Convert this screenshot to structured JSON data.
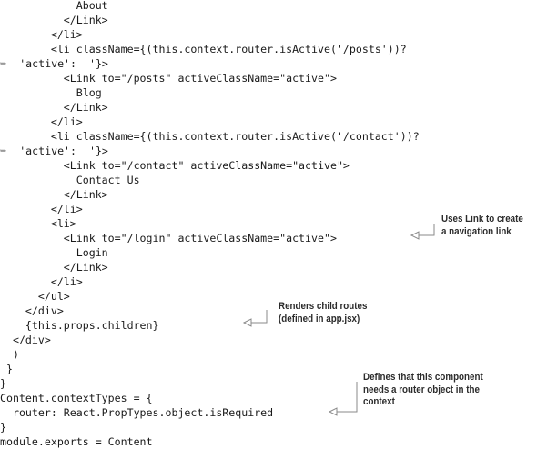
{
  "code_lines": [
    "            About",
    "          </Link>",
    "        </li>",
    "        <li className={(this.context.router.isActive('/posts'))?",
    "  'active': ''}>",
    "          <Link to=\"/posts\" activeClassName=\"active\">",
    "            Blog",
    "          </Link>",
    "        </li>",
    "        <li className={(this.context.router.isActive('/contact'))?",
    "  'active': ''}>",
    "          <Link to=\"/contact\" activeClassName=\"active\">",
    "            Contact Us",
    "          </Link>",
    "        </li>",
    "        <li>",
    "          <Link to=\"/login\" activeClassName=\"active\">",
    "            Login",
    "          </Link>",
    "        </li>",
    "      </ul>",
    "    </div>",
    "    {this.props.children}",
    "  </div>",
    "  )",
    " }",
    "}",
    "Content.contextTypes = {",
    "  router: React.PropTypes.object.isRequired",
    "}",
    "module.exports = Content"
  ],
  "annotations": [
    {
      "lines": [
        "Uses Link to create",
        "a navigation link"
      ]
    },
    {
      "lines": [
        "Renders child routes",
        "(defined in app.jsx)"
      ]
    },
    {
      "lines": [
        "Defines that this component",
        "needs a router object in the",
        "context"
      ]
    }
  ],
  "continuation_symbol": "➥",
  "colors": {
    "code_text": "#1a1a1a",
    "annotation_text": "#2b2b2b",
    "callout_line": "#8a8a8a",
    "continuation_arrow": "#9a9a9a"
  }
}
